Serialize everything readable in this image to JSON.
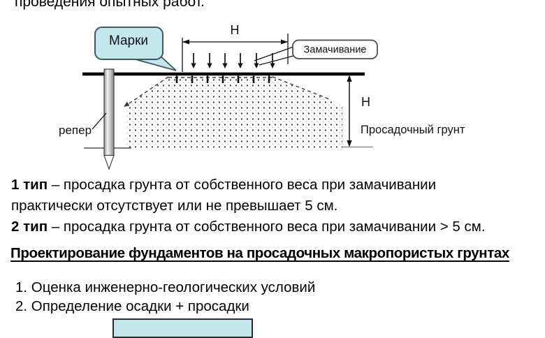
{
  "top_text": "проведения опытных работ.",
  "diagram": {
    "marks_label": "Марки",
    "soaking_label": "Замачивание",
    "top_dim_label": "Н",
    "right_dim_label": "Н",
    "benchmark_label": "репер",
    "soil_label": "Просадочный грунт"
  },
  "soil_types": {
    "type1_label": "1 тип",
    "type1_rest": " – просадка грунта от собственного веса при замачивании",
    "type1_line2": "практически отсутствует или не превышает 5 см.",
    "type2_label": "2 тип",
    "type2_rest": " – просадка грунта от собственного веса при замачивании > 5 см."
  },
  "section_heading": "Проектирование фундаментов на просадочных макропористых грунтах",
  "design_steps": {
    "step1": "1. Оценка инженерно-геологических условий",
    "step2": "2. Определение осадки + просадки"
  },
  "colors": {
    "callout_fill": "#c3e7ec",
    "callout_border": "#3d5a63",
    "diagram_line": "#000000",
    "dot_fill": "#3c3c3c"
  }
}
